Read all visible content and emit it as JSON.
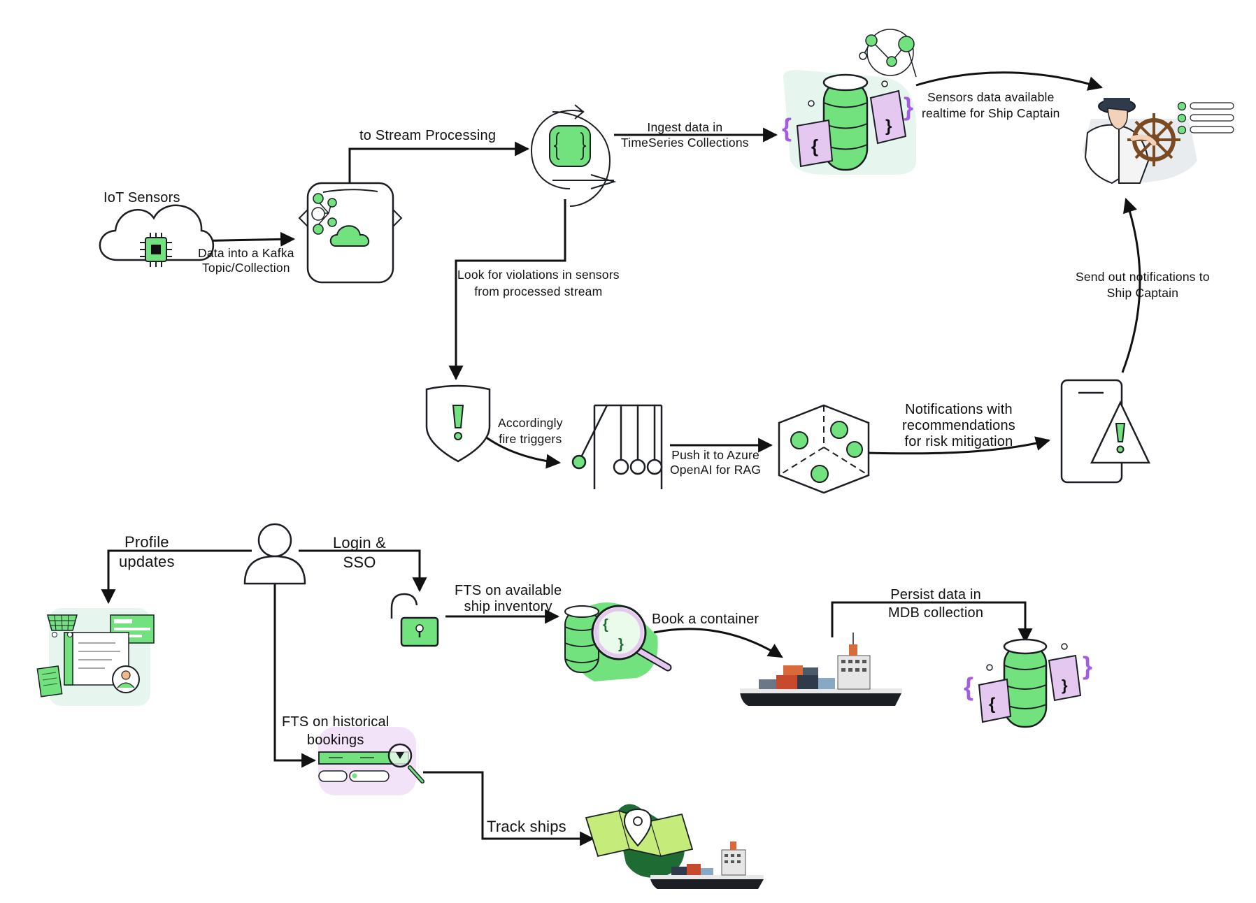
{
  "labels": {
    "iot_sensors": "IoT Sensors",
    "kafka_line1": "Data into a Kafka",
    "kafka_line2": "Topic/Collection",
    "stream_processing": "to Stream Processing",
    "ingest_line1": "Ingest data in",
    "ingest_line2": "TimeSeries Collections",
    "realtime_line1": "Sensors data available",
    "realtime_line2": "realtime for Ship Captain",
    "violations_line1": "Look for violations in sensors",
    "violations_line2": "from processed stream",
    "triggers_line1": "Accordingly",
    "triggers_line2": "fire triggers",
    "azure_line1": "Push it to Azure",
    "azure_line2": "OpenAI for RAG",
    "notif_line1": "Notifications with",
    "notif_line2": "recommendations",
    "notif_line3": "for risk mitigation",
    "send_line1": "Send out notifications to",
    "send_line2": "Ship Captain",
    "profile_line1": "Profile",
    "profile_line2": "updates",
    "login_line1": "Login &",
    "login_line2": "SSO",
    "fts_inv_line1": "FTS on available",
    "fts_inv_line2": "ship inventory",
    "book_container": "Book a container",
    "persist_line1": "Persist data in",
    "persist_line2": "MDB collection",
    "fts_hist_line1": "FTS on historical",
    "fts_hist_line2": "bookings",
    "track_ships": "Track ships"
  },
  "colors": {
    "accent_green": "#71e27d",
    "dark_green": "#1f6b34",
    "lavender": "#e5c8ef",
    "purple": "#a45ce0",
    "stroke": "#1b1f24",
    "mint_bg": "#e6f6ef"
  },
  "icons": [
    "cloud-chip-icon",
    "kafka-box-icon",
    "stream-cycle-icon",
    "timeseries-db-icon",
    "network-nodes-icon",
    "ship-captain-icon",
    "list-icon",
    "shield-alert-icon",
    "newtons-cradle-icon",
    "ai-cube-icon",
    "mobile-alert-icon",
    "user-icon",
    "padlock-icon",
    "profile-collage-icon",
    "search-db-icon",
    "cargo-ship-icon",
    "mdb-db-icon",
    "search-bookings-icon",
    "map-pin-icon"
  ]
}
